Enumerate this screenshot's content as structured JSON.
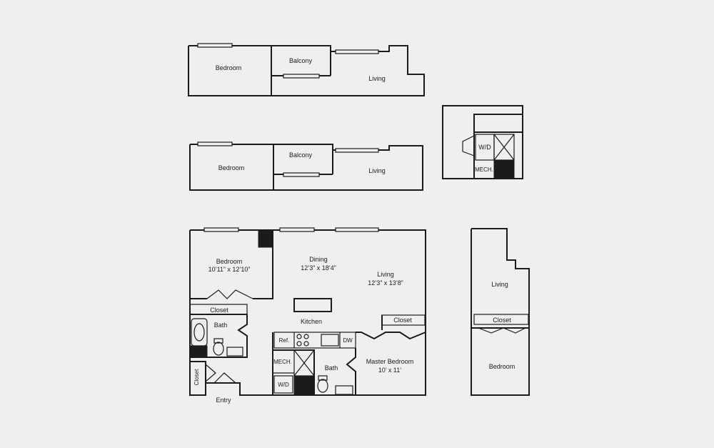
{
  "plan1": {
    "bedroom": "Bedroom",
    "balcony": "Balcony",
    "living": "Living"
  },
  "plan2": {
    "bedroom": "Bedroom",
    "balcony": "Balcony",
    "living": "Living"
  },
  "mech_detail": {
    "wd": "W/D",
    "mech": "MECH."
  },
  "main_plan": {
    "bedroom": {
      "name": "Bedroom",
      "dims": "10’11” x 12’10”"
    },
    "dining": {
      "name": "Dining",
      "dims": "12’3” x 18’4”"
    },
    "living": {
      "name": "Living",
      "dims": "12’3” x 13’8”"
    },
    "closet_bedroom": "Closet",
    "closet_master": "Closet",
    "closet_entry": "Closet",
    "bath_left": "Bath",
    "bath_right": "Bath",
    "kitchen": "Kitchen",
    "ref": "Ref.",
    "dw": "DW",
    "mech": "MECH.",
    "wd": "W/D",
    "master_bedroom": {
      "name": "Master Bedroom",
      "dims": "10’ x 11’"
    },
    "entry": "Entry"
  },
  "side_plan": {
    "living": "Living",
    "closet": "Closet",
    "bedroom": "Bedroom"
  }
}
